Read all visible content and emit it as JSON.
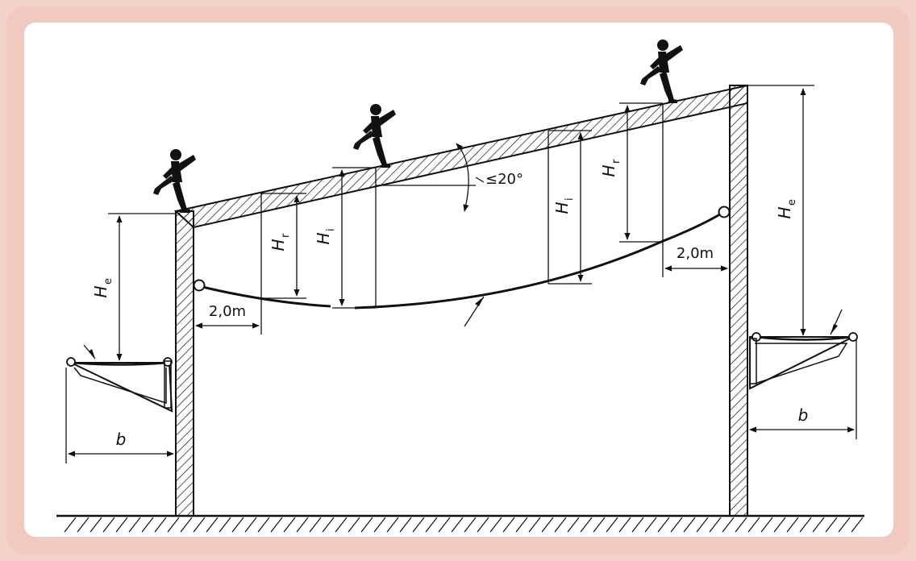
{
  "labels": {
    "he": "H",
    "he_sub": "e",
    "hr": "H",
    "hr_sub": "r",
    "hi": "H",
    "hi_sub": "i",
    "dist_2m": "2,0m",
    "angle": "≤20°",
    "width_b": "b"
  },
  "colors": {
    "frame": "#f0cabf",
    "panel": "#ffffff",
    "ink": "#111111"
  }
}
